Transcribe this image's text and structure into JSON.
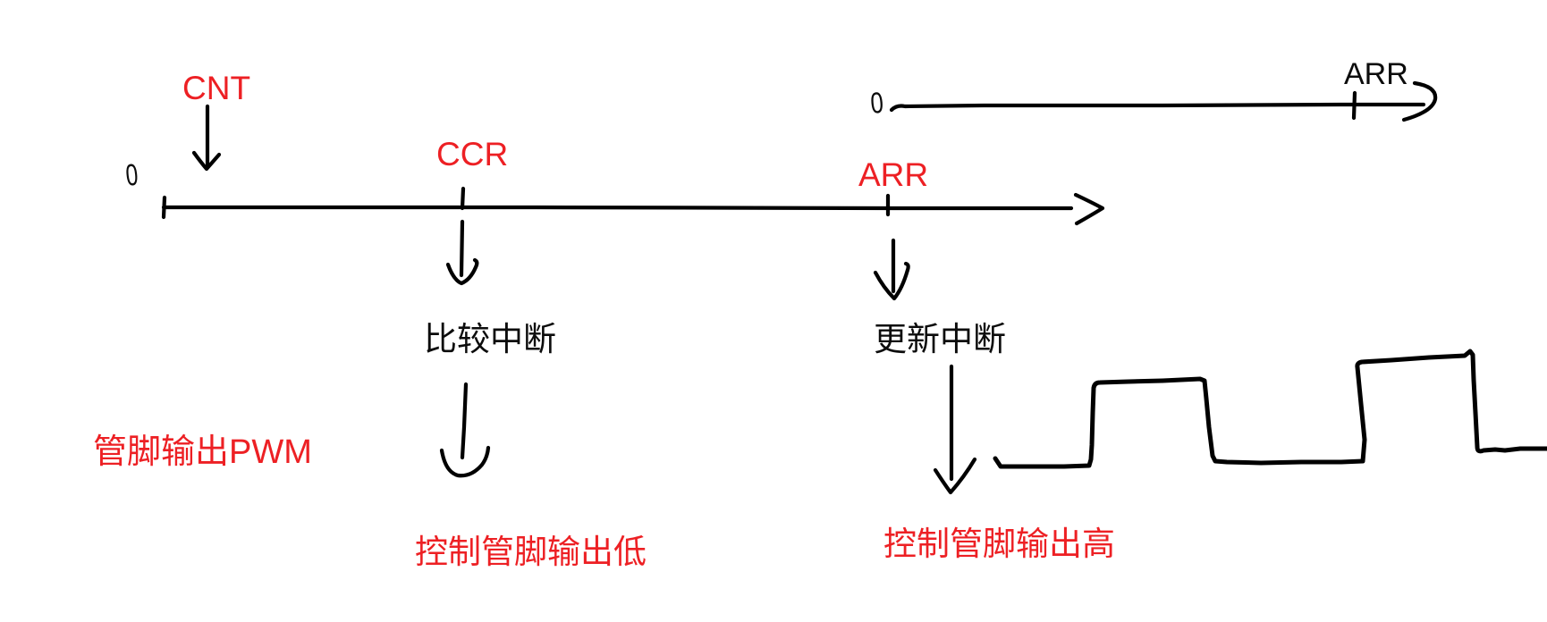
{
  "colors": {
    "accent_red": "#ed2024",
    "ink": "#0c0c0c",
    "background": "#ffffff"
  },
  "main_timeline": {
    "origin_label": "0",
    "cnt_label": "CNT",
    "ccr_label": "CCR",
    "arr_label": "ARR"
  },
  "top_timeline": {
    "origin_label": "0",
    "arr_label": "ARR"
  },
  "annotations": {
    "compare_interrupt": "比较中断",
    "update_interrupt": "更新中断",
    "pin_output_pwm": "管脚输出PWM",
    "control_pin_low": "控制管脚输出低",
    "control_pin_high": "控制管脚输出高"
  }
}
